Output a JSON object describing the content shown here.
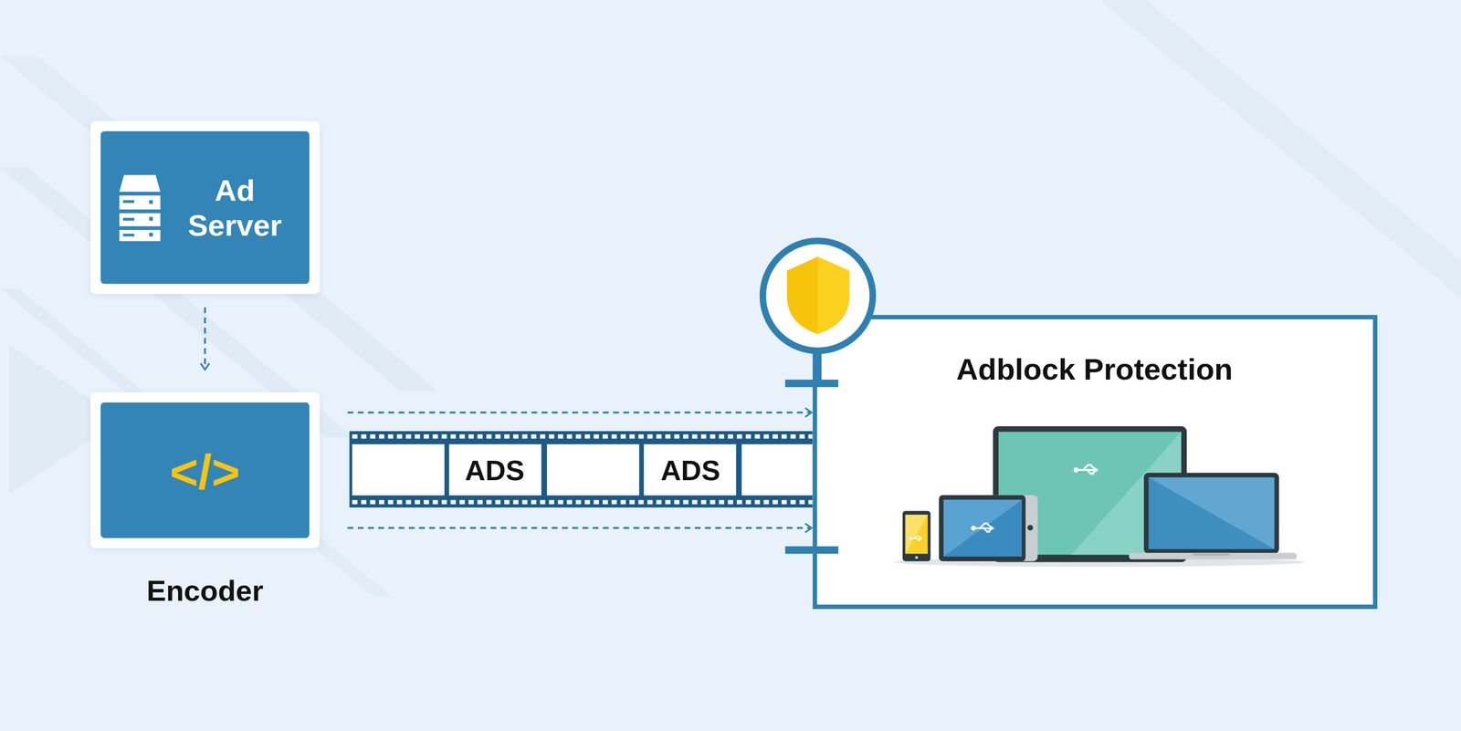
{
  "diagram": {
    "nodes": [
      {
        "text": [
          "Ad Server"
        ]
      },
      {
        "text": [
          "</>",
          "Encoder"
        ]
      },
      {
        "text": [
          "Adblock Protection"
        ]
      }
    ],
    "edges": [
      {
        "from": 0,
        "to": 1,
        "arrow": "to"
      },
      {
        "from": 1,
        "to": 2,
        "arrow": "to"
      },
      {
        "from": 1,
        "to": 2,
        "arrow": "to"
      }
    ],
    "labels": [
      "ADS",
      "ADS"
    ]
  }
}
